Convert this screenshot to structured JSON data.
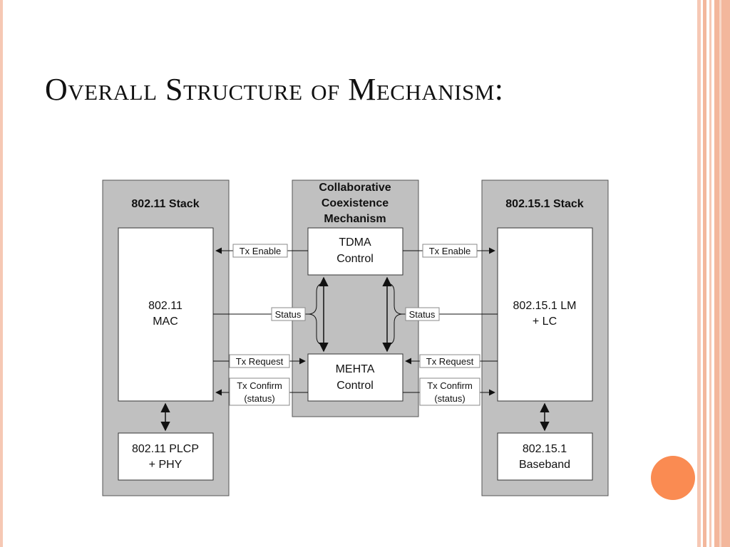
{
  "slide": {
    "title": "Overall Structure of Mechanism:"
  },
  "diagram": {
    "left_stack": {
      "title": "802.11 Stack",
      "mac": [
        "802.11",
        "MAC"
      ],
      "phy": [
        "802.11 PLCP",
        "+ PHY"
      ]
    },
    "center": {
      "title": [
        "Collaborative",
        "Coexistence",
        "Mechanism"
      ],
      "tdma": [
        "TDMA",
        "Control"
      ],
      "mehta": [
        "MEHTA",
        "Control"
      ]
    },
    "right_stack": {
      "title": "802.15.1 Stack",
      "lm": [
        "802.15.1 LM",
        "+ LC"
      ],
      "baseband": [
        "802.15.1",
        "Baseband"
      ]
    },
    "signals": {
      "tx_enable": "Tx Enable",
      "status": "Status",
      "tx_request": "Tx Request",
      "tx_confirm": [
        "Tx Confirm",
        "(status)"
      ]
    }
  },
  "colors": {
    "accent_orange": "#fa8b52",
    "frame_peach": "#f6c8b4",
    "panel_gray": "#c0c0c0"
  }
}
